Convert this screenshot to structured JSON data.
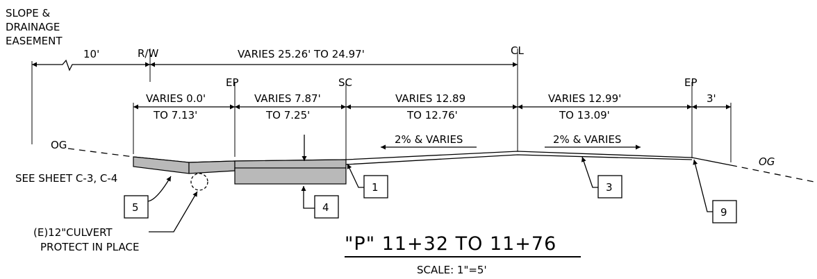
{
  "labels": {
    "easement_1": "SLOPE &",
    "easement_2": "DRAINAGE",
    "easement_3": "EASEMENT",
    "dim_10": "10'",
    "rw": "R/W",
    "varies_total": "VARIES 25.26' TO 24.97'",
    "cl": "CL",
    "ep_left": "EP",
    "sc": "SC",
    "ep_right": "EP",
    "dim1_top": "VARIES 0.0'",
    "dim1_bot": "TO 7.13'",
    "dim2_top": "VARIES 7.87'",
    "dim2_bot": "TO 7.25'",
    "dim3_top": "VARIES 12.89",
    "dim3_bot": "TO 12.76'",
    "dim4_top": "VARIES 12.99'",
    "dim4_bot": "TO 13.09'",
    "dim_3": "3'",
    "og_left": "OG",
    "og_right": "OG",
    "slope_left": "2% & VARIES",
    "slope_right": "2% & VARIES",
    "see_sheet": "SEE SHEET C-3, C-4",
    "culvert_1": "(E)12\"CULVERT",
    "culvert_2": "PROTECT IN PLACE",
    "title": "\"P\"  11+32  TO  11+76",
    "scale": "SCALE: 1\"=5'"
  },
  "callouts": {
    "c1": "1",
    "c3": "3",
    "c4": "4",
    "c5": "5",
    "c9": "9"
  }
}
